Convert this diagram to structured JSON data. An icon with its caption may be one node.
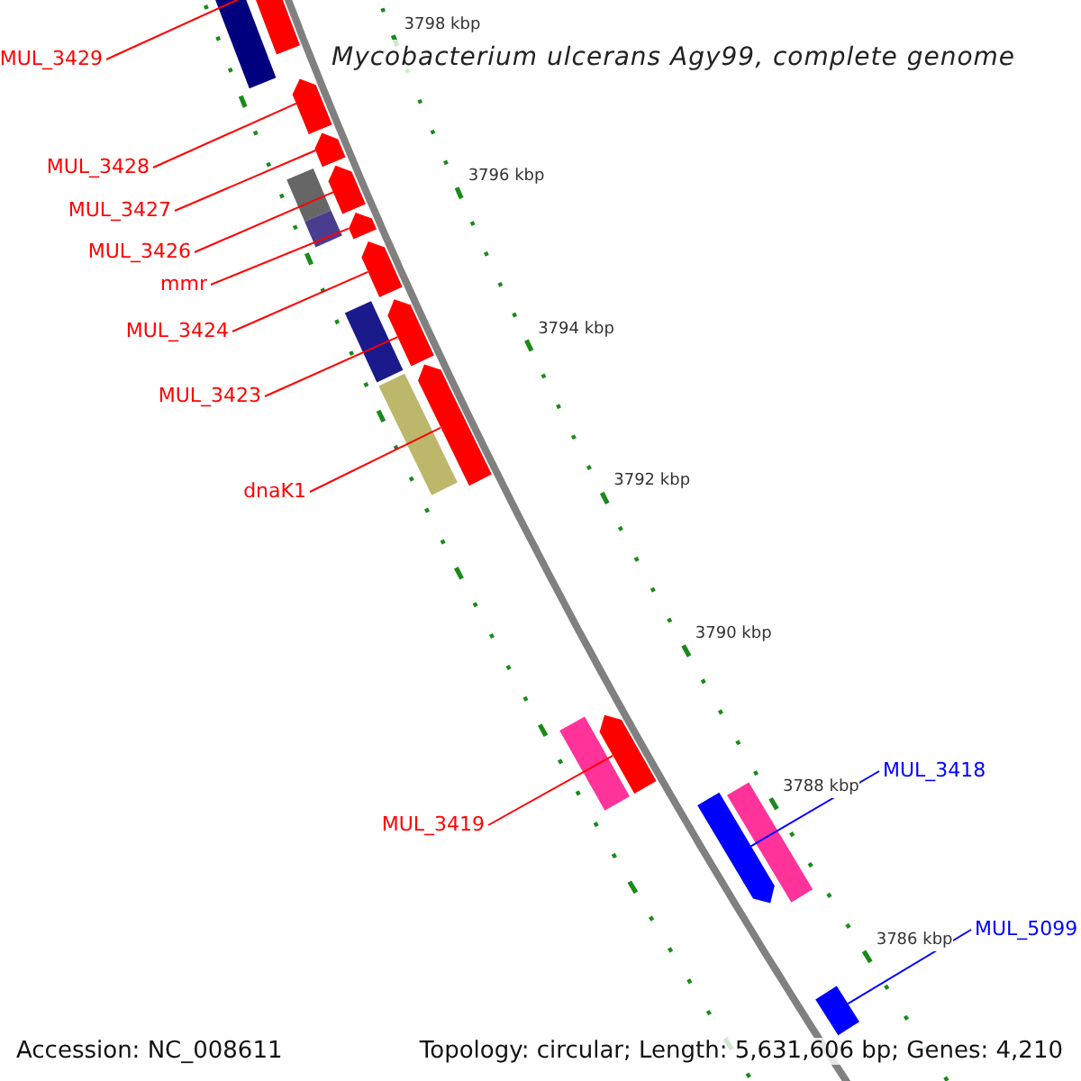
{
  "diagram": {
    "title": "Mycobacterium ulcerans Agy99, complete genome",
    "nodes": [
      {
        "text": [
          "MUL_3429"
        ]
      },
      {
        "text": [
          "MUL_3428"
        ]
      },
      {
        "text": [
          "MUL_3427"
        ]
      },
      {
        "text": [
          "MUL_3426"
        ]
      },
      {
        "text": [
          "mmr"
        ]
      },
      {
        "text": [
          "MUL_3424"
        ]
      },
      {
        "text": [
          "MUL_3423"
        ]
      },
      {
        "text": [
          "dnaK1"
        ]
      },
      {
        "text": [
          "MUL_3419"
        ]
      },
      {
        "text": [
          "MUL_3418"
        ]
      },
      {
        "text": [
          "MUL_5099"
        ]
      },
      {
        "text": [],
        "shape": "bar"
      },
      {
        "text": [],
        "shape": "bar"
      },
      {
        "text": [],
        "shape": "bar"
      },
      {
        "text": [],
        "shape": "bar"
      },
      {
        "text": [],
        "shape": "bar"
      },
      {
        "text": [],
        "shape": "bar"
      },
      {
        "text": [],
        "shape": "bar"
      },
      {
        "text": [],
        "shape": "bar"
      },
      {
        "text": [],
        "shape": "bar"
      },
      {
        "text": [],
        "shape": "bar"
      },
      {
        "text": [],
        "shape": "bar"
      }
    ],
    "edges": [
      {
        "from": 0,
        "to": 11,
        "arrow": "none"
      },
      {
        "from": 1,
        "to": 12,
        "arrow": "none"
      },
      {
        "from": 2,
        "to": 13,
        "arrow": "none"
      },
      {
        "from": 3,
        "to": 14,
        "arrow": "none"
      },
      {
        "from": 4,
        "to": 15,
        "arrow": "none"
      },
      {
        "from": 5,
        "to": 16,
        "arrow": "none"
      },
      {
        "from": 6,
        "to": 17,
        "arrow": "none"
      },
      {
        "from": 7,
        "to": 18,
        "arrow": "none"
      },
      {
        "from": 8,
        "to": 19,
        "arrow": "none"
      },
      {
        "from": 9,
        "to": 20,
        "arrow": "none",
        "color": "#0000ff"
      },
      {
        "from": 10,
        "to": 21,
        "arrow": "none",
        "color": "#0000ff"
      }
    ],
    "labels": [
      "3798 kbp",
      "3796 kbp",
      "3794 kbp",
      "3792 kbp",
      "3790 kbp",
      "3788 kbp",
      "3786 kbp",
      "Accession: NC_008611",
      "Topology: circular; Length: 5,631,606 bp; Genes: 4,210"
    ]
  }
}
